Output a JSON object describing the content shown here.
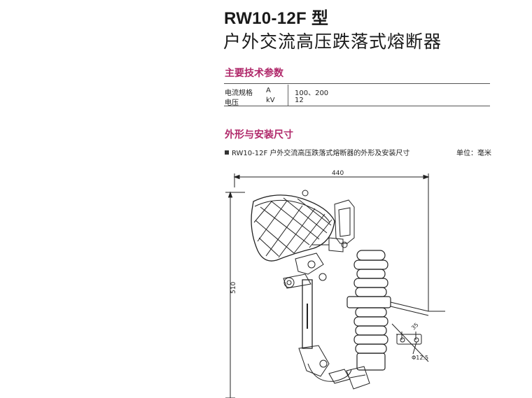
{
  "header": {
    "model": "RW10-12F 型",
    "name": "户外交流高压跌落式熔断器"
  },
  "specs": {
    "heading": "主要技术参数",
    "rows": [
      {
        "param": "电流规格",
        "unit": "A",
        "value": "100、200"
      },
      {
        "param": "电压",
        "unit": "kV",
        "value": "12"
      }
    ]
  },
  "dimensions": {
    "heading": "外形与安装尺寸",
    "caption": "RW10-12F 户外交流高压跌落式熔断器的外形及安装尺寸",
    "unit_note": "单位：毫米",
    "labels": {
      "width": "440",
      "height": "510",
      "spacing": "35",
      "hole": "Φ12.5"
    }
  }
}
